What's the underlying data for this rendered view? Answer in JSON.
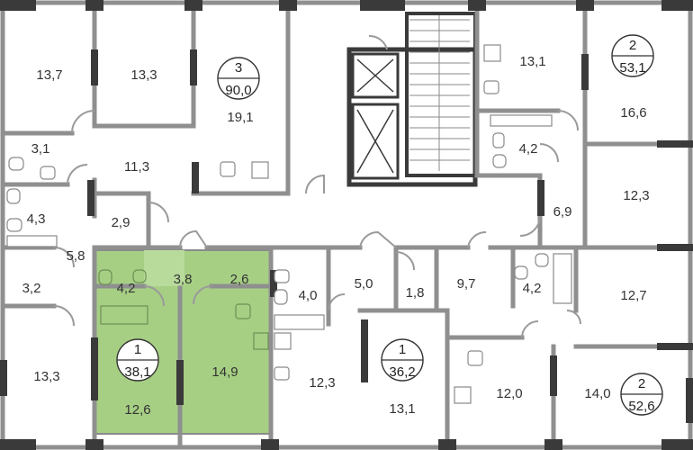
{
  "colors": {
    "highlight": "#a6cf84",
    "wall": "#8f8f8f",
    "heavy_wall": "#3a3a3a",
    "text": "#333333"
  },
  "apartments": [
    {
      "id": "apt-3",
      "rooms": "3",
      "area": "90,0"
    },
    {
      "id": "apt-2-top",
      "rooms": "2",
      "area": "53,1"
    },
    {
      "id": "apt-1-selected",
      "rooms": "1",
      "area": "38,1"
    },
    {
      "id": "apt-1-middle",
      "rooms": "1",
      "area": "36,2"
    },
    {
      "id": "apt-2-bottom",
      "rooms": "2",
      "area": "52,6"
    }
  ],
  "rooms": {
    "r_13_7": "13,7",
    "r_13_3_top": "13,3",
    "r_19_1": "19,1",
    "r_13_1_top": "13,1",
    "r_16_6": "16,6",
    "r_3_1": "3,1",
    "r_11_3": "11,3",
    "r_4_2_top": "4,2",
    "r_4_3": "4,3",
    "r_2_9": "2,9",
    "r_6_9": "6,9",
    "r_12_3_right": "12,3",
    "r_5_8": "5,8",
    "r_3_2": "3,2",
    "r_4_2_sel": "4,2",
    "r_3_8": "3,8",
    "r_2_6": "2,6",
    "r_4_0": "4,0",
    "r_5_0": "5,0",
    "r_1_8": "1,8",
    "r_9_7": "9,7",
    "r_4_2_right": "4,2",
    "r_12_7": "12,7",
    "r_13_3_bottom": "13,3",
    "r_12_6": "12,6",
    "r_14_9": "14,9",
    "r_12_3_mid": "12,3",
    "r_13_1_bottom": "13,1",
    "r_12_0": "12,0",
    "r_14_0": "14,0"
  }
}
